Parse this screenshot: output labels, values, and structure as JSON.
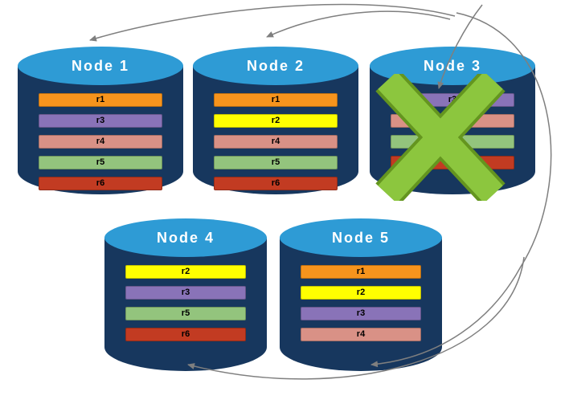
{
  "diagram": {
    "nodes": [
      {
        "title": "Node 1",
        "bars": [
          {
            "label": "r1",
            "color": "#F7941D"
          },
          {
            "label": "r3",
            "color": "#8973B8"
          },
          {
            "label": "r4",
            "color": "#D99186"
          },
          {
            "label": "r5",
            "color": "#93C47D"
          },
          {
            "label": "r6",
            "color": "#C23B22"
          }
        ]
      },
      {
        "title": "Node 2",
        "bars": [
          {
            "label": "r1",
            "color": "#F7941D"
          },
          {
            "label": "r2",
            "color": "#FFFF00"
          },
          {
            "label": "r4",
            "color": "#D99186"
          },
          {
            "label": "r5",
            "color": "#93C47D"
          },
          {
            "label": "r6",
            "color": "#C23B22"
          }
        ]
      },
      {
        "title": "Node 3",
        "status": "failed",
        "bars": [
          {
            "label": "r3",
            "color": "#8973B8"
          },
          {
            "label": "r4",
            "color": "#D99186"
          },
          {
            "label": "r5",
            "color": "#93C47D"
          },
          {
            "label": "r6",
            "color": "#C23B22"
          }
        ]
      },
      {
        "title": "Node 4",
        "bars": [
          {
            "label": "r2",
            "color": "#FFFF00"
          },
          {
            "label": "r3",
            "color": "#8973B8"
          },
          {
            "label": "r5",
            "color": "#93C47D"
          },
          {
            "label": "r6",
            "color": "#C23B22"
          }
        ]
      },
      {
        "title": "Node 5",
        "bars": [
          {
            "label": "r1",
            "color": "#F7941D"
          },
          {
            "label": "r2",
            "color": "#FFFF00"
          },
          {
            "label": "r3",
            "color": "#8973B8"
          },
          {
            "label": "r4",
            "color": "#D99186"
          }
        ]
      }
    ],
    "colors": {
      "cylinder_body": "#17375E",
      "cylinder_top": "#2E9BD5",
      "failure_x": "#8CC63E",
      "failure_x_outline": "#64951F",
      "arrow": "#7F7F7F"
    }
  }
}
